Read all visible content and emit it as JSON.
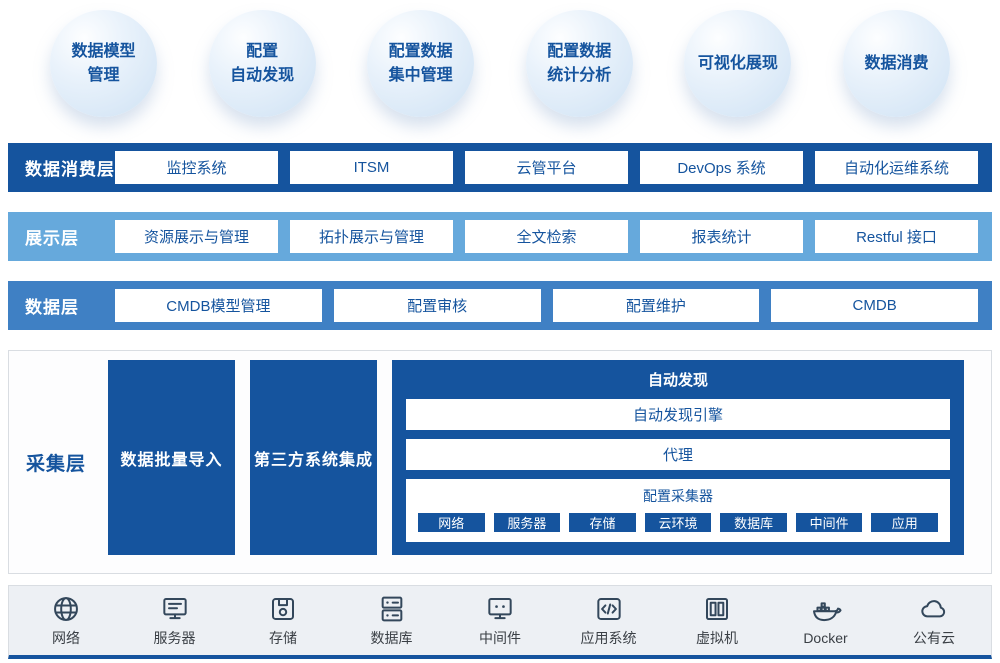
{
  "colors": {
    "dark_blue": "#15549e",
    "medium_blue": "#3f80c4",
    "light_blue": "#66a9dc",
    "bubble_fill": "#d9e8f7",
    "infra_bg": "#edf0f4"
  },
  "bubbles": [
    {
      "label": "数据模型\n管理"
    },
    {
      "label": "配置\n自动发现"
    },
    {
      "label": "配置数据\n集中管理"
    },
    {
      "label": "配置数据\n统计分析"
    },
    {
      "label": "可视化展现"
    },
    {
      "label": "数据消费"
    }
  ],
  "layers": [
    {
      "name": "数据消费层",
      "items": [
        "监控系统",
        "ITSM",
        "云管平台",
        "DevOps 系统",
        "自动化运维系统"
      ]
    },
    {
      "name": "展示层",
      "items": [
        "资源展示与管理",
        "拓扑展示与管理",
        "全文检索",
        "报表统计",
        "Restful 接口"
      ]
    },
    {
      "name": "数据层",
      "items": [
        "CMDB模型管理",
        "配置审核",
        "配置维护",
        "CMDB"
      ]
    }
  ],
  "collection": {
    "name": "采集层",
    "blocks": [
      "数据批量导入",
      "第三方系统集成"
    ],
    "auto_discovery": {
      "title": "自动发现",
      "rows": [
        "自动发现引擎",
        "代理"
      ],
      "collector": {
        "title": "配置采集器",
        "items": [
          "网络",
          "服务器",
          "存储",
          "云环境",
          "数据库",
          "中间件",
          "应用"
        ]
      }
    }
  },
  "infrastructure": {
    "items": [
      {
        "icon": "network-icon",
        "label": "网络"
      },
      {
        "icon": "server-icon",
        "label": "服务器"
      },
      {
        "icon": "storage-icon",
        "label": "存储"
      },
      {
        "icon": "database-icon",
        "label": "数据库"
      },
      {
        "icon": "middleware-icon",
        "label": "中间件"
      },
      {
        "icon": "application-system-icon",
        "label": "应用系统"
      },
      {
        "icon": "vm-icon",
        "label": "虚拟机"
      },
      {
        "icon": "docker-icon",
        "label": "Docker"
      },
      {
        "icon": "public-cloud-icon",
        "label": "公有云"
      }
    ]
  }
}
